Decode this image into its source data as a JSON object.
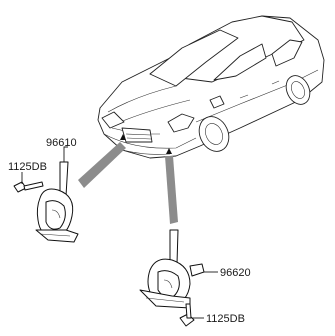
{
  "labels": {
    "horn_left_part_no": "96610",
    "horn_left_bolt": "1125DB",
    "horn_right_part_no": "96620",
    "horn_right_bolt": "1125DB"
  }
}
